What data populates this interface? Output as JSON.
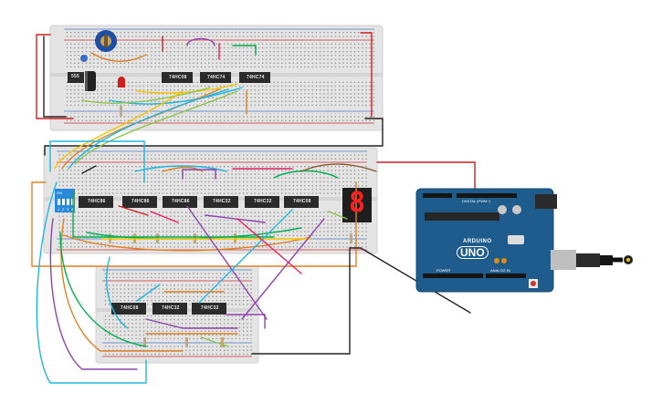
{
  "chips": {
    "top_555": "555",
    "top_1": "74HC08",
    "top_2": "74HC74",
    "top_3": "74HC74",
    "mid_1": "74HC86",
    "mid_2": "74HC86",
    "mid_3": "74HC86",
    "mid_4": "74HC32",
    "mid_5": "74HC32",
    "mid_6": "74HC08",
    "bot_1": "74HC08",
    "bot_2": "74HC32",
    "bot_3": "74HC32"
  },
  "seven_segment": {
    "digit": "8"
  },
  "dip_switch": {
    "label": "ON",
    "positions": [
      "1",
      "2",
      "3",
      "4"
    ]
  },
  "arduino": {
    "brand": "ARDUINO",
    "model": "UNO",
    "digital_label": "DIGITAL (PWM~)",
    "power_label": "POWER",
    "analog_label": "ANALOG IN"
  },
  "colors": {
    "breadboard": "#e4e4e4",
    "arduino": "#1f5c8e",
    "chip": "#2b2b2b",
    "display": "#1e1e1e"
  }
}
